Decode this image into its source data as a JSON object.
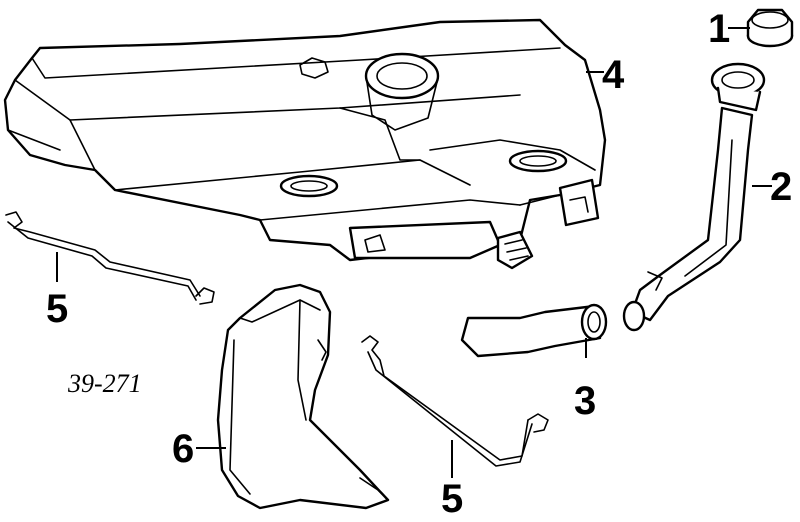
{
  "diagram": {
    "reference_number": "39-271",
    "callouts": {
      "c1": "1",
      "c2": "2",
      "c3": "3",
      "c4": "4",
      "c5a": "5",
      "c5b": "5",
      "c6": "6"
    }
  }
}
